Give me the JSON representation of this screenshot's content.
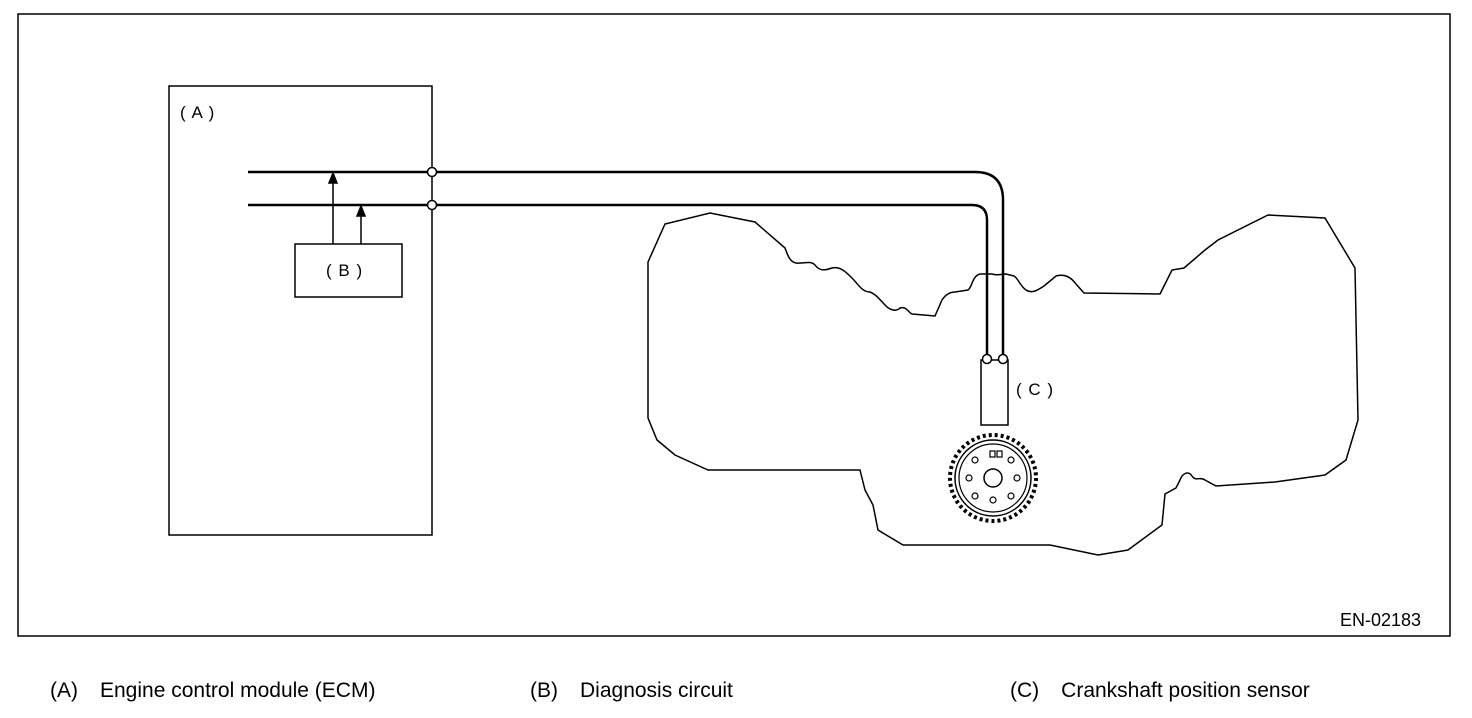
{
  "diagram": {
    "figure_id": "EN-02183",
    "labels": {
      "a": "( A )",
      "b": "( B )",
      "c": "( C )"
    }
  },
  "legend": [
    {
      "code": "(A)",
      "text": "Engine control module (ECM)"
    },
    {
      "code": "(B)",
      "text": "Diagnosis circuit"
    },
    {
      "code": "(C)",
      "text": "Crankshaft position sensor"
    }
  ]
}
